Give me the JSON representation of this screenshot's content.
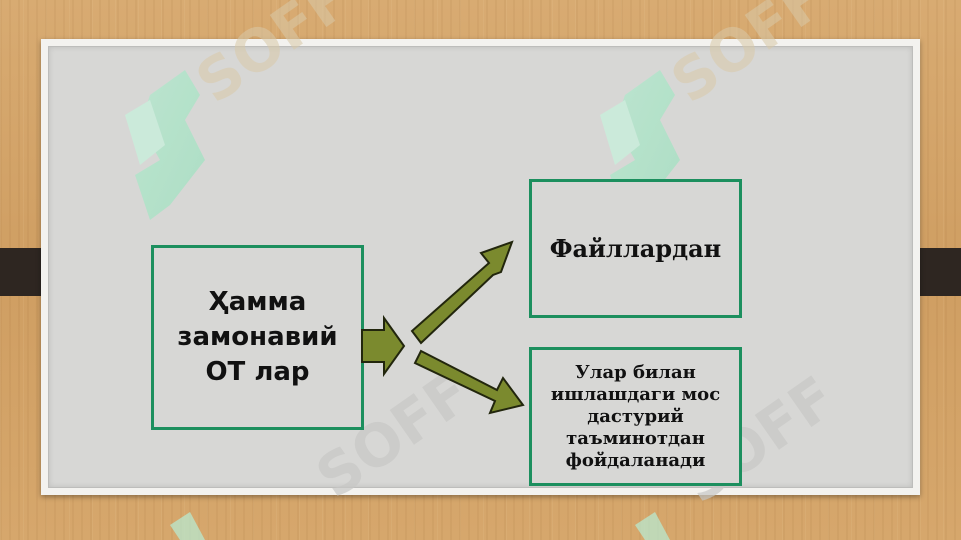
{
  "diagram": {
    "source_box": {
      "text": "Ҳамма\nзамонавий\nОТ лар"
    },
    "target_top": {
      "text": "Файллардан"
    },
    "target_bottom": {
      "text": "Улар билан\nишлашдаги мос\nдастурий\nтаъминотдан\nфойдаланади"
    }
  },
  "colors": {
    "box_border": "#1c8f5e",
    "arrow_fill": "#7b8a2e",
    "arrow_stroke": "#22260d",
    "board": "#d7d7d5",
    "background": "#d3a469",
    "clip": "#2e2621",
    "watermark": "#b8e8cf"
  },
  "watermark": {
    "text": "SOFF"
  }
}
